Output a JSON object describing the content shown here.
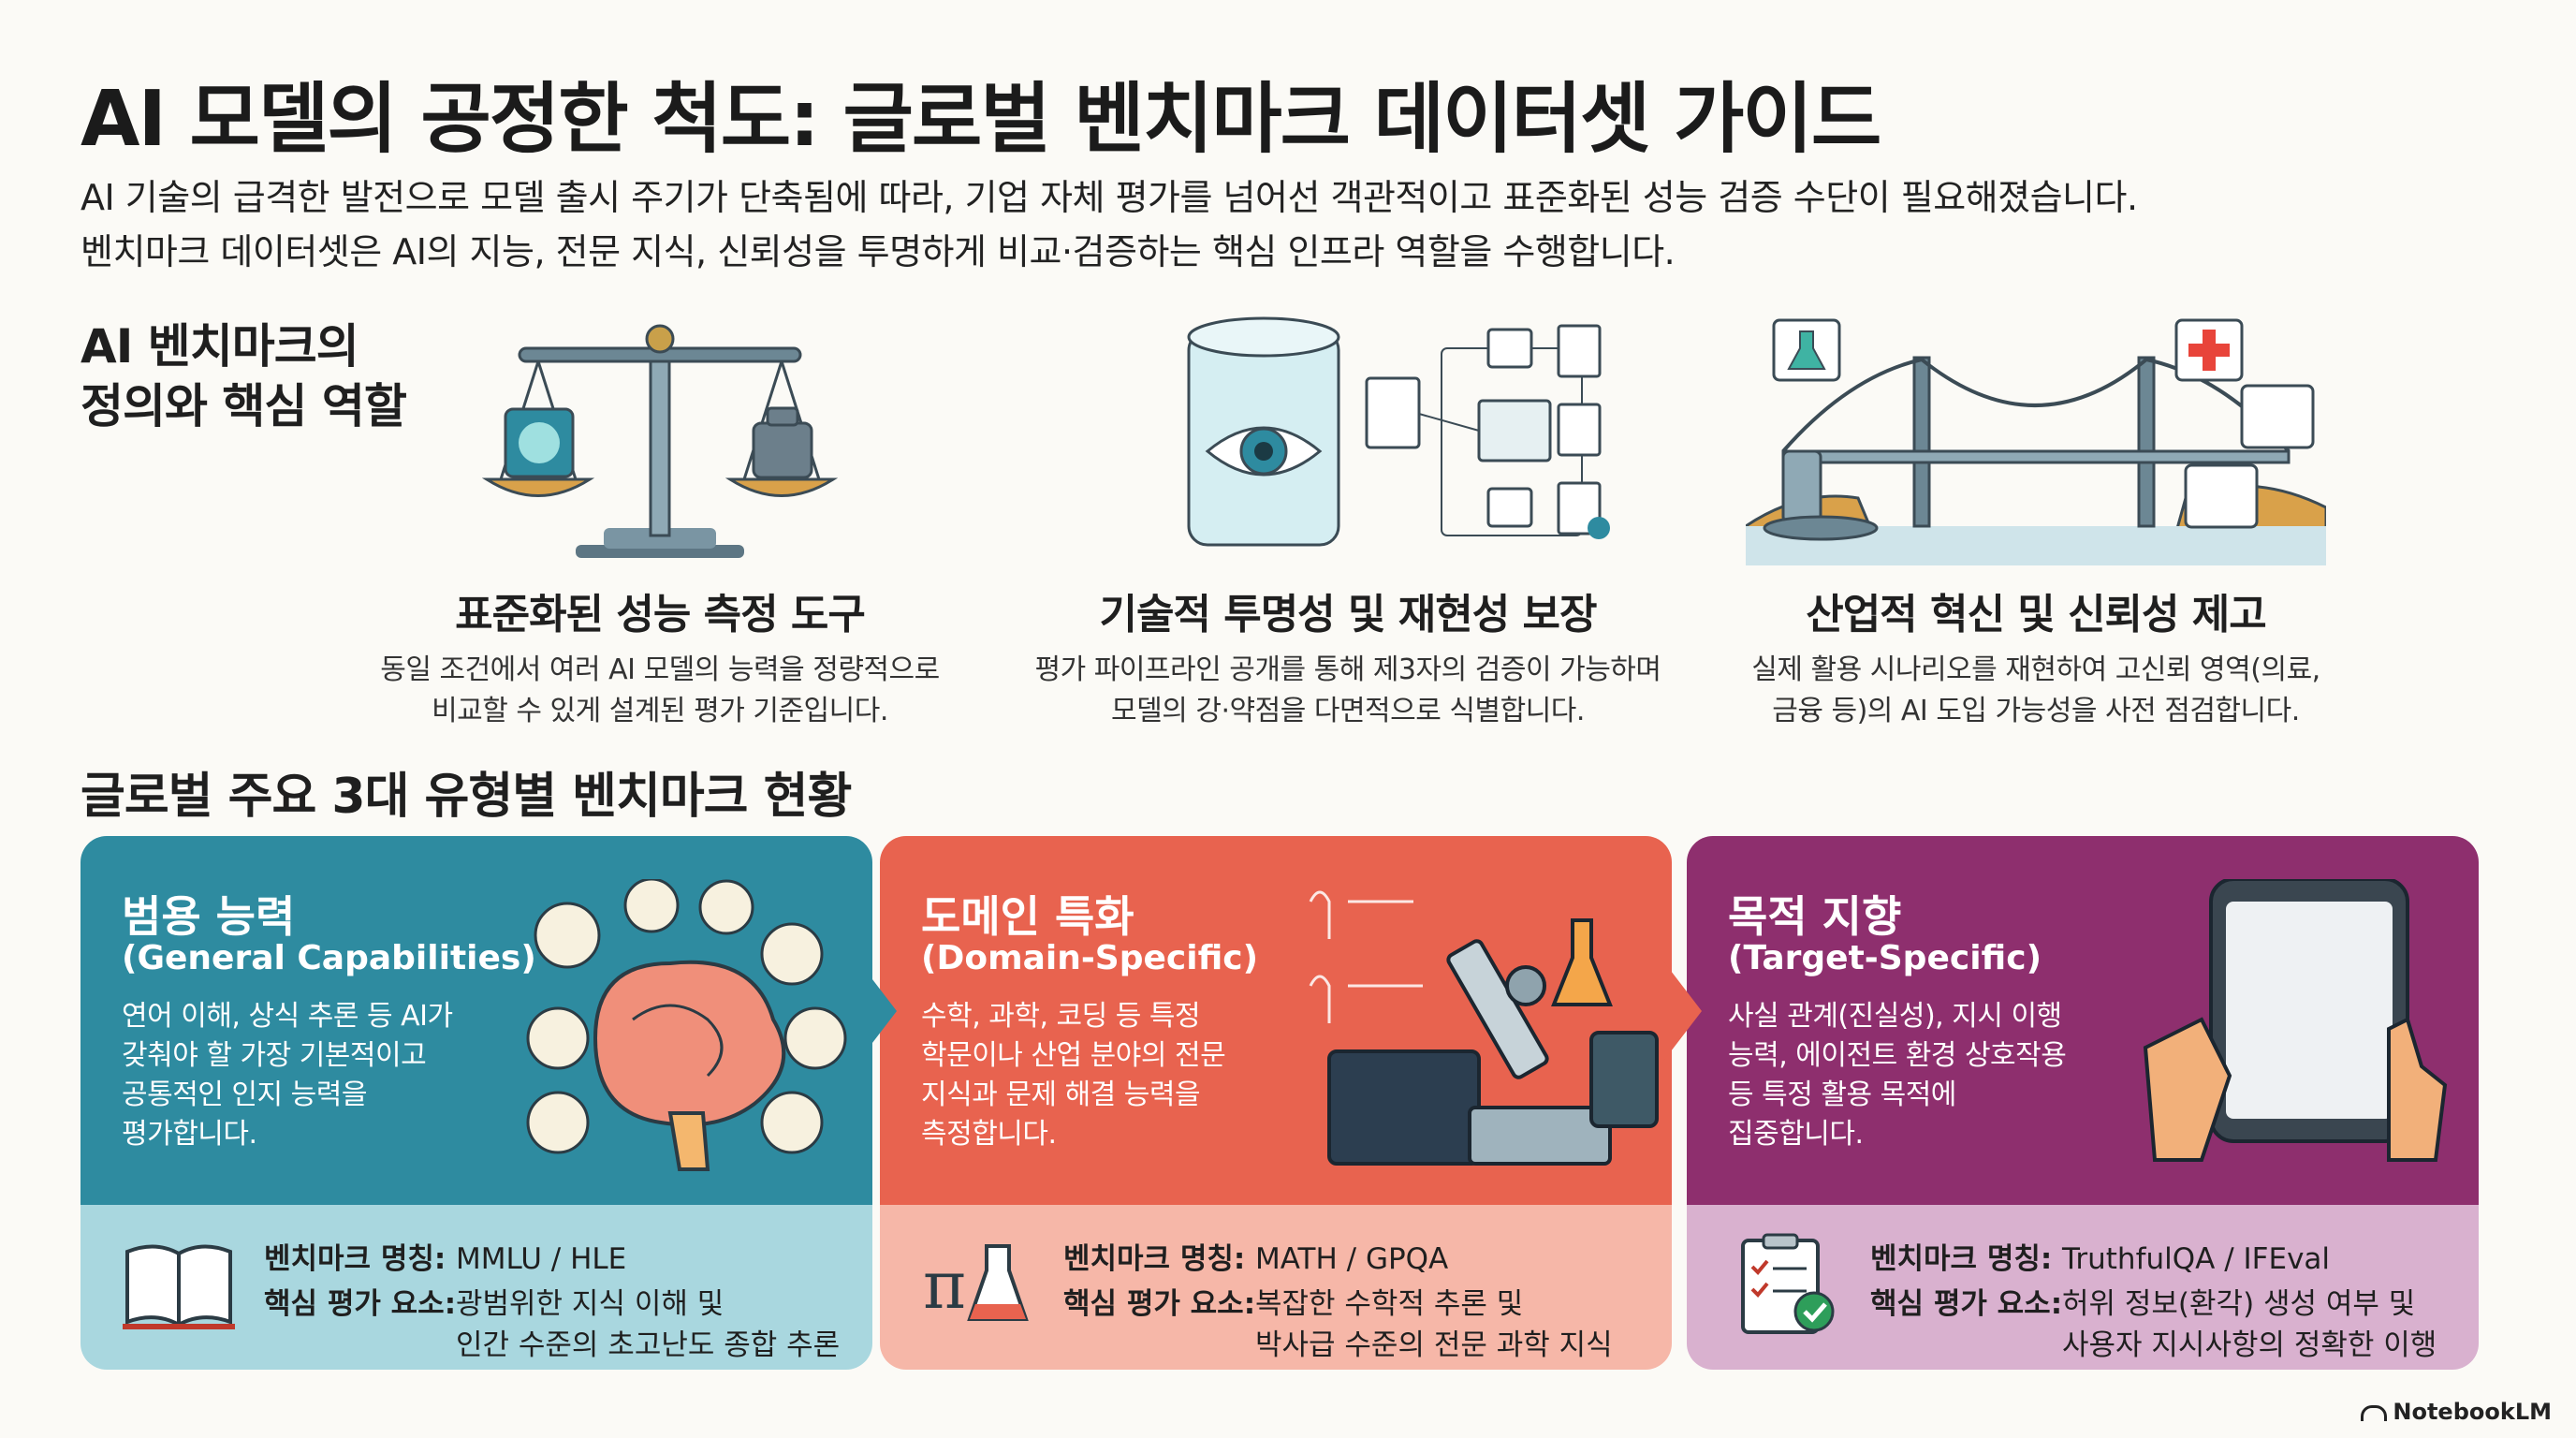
{
  "header": {
    "title": "AI 모델의 공정한 척도: 글로벌 벤치마크 데이터셋 가이드",
    "intro_line1": "AI 기술의 급격한 발전으로 모델 출시 주기가 단축됨에 따라, 기업 자체 평가를 넘어선 객관적이고 표준화된 성능 검증 수단이 필요해졌습니다.",
    "intro_line2": "벤치마크 데이터셋은 AI의 지능, 전문 지식, 신뢰성을 투명하게 비교·검증하는 핵심 인프라 역할을 수행합니다."
  },
  "section1": {
    "heading_line1": "AI 벤치마크의",
    "heading_line2": "정의와 핵심 역할",
    "columns": [
      {
        "title": "표준화된 성능 측정 도구",
        "desc1": "동일 조건에서 여러 AI 모델의 능력을 정량적으로",
        "desc2": "비교할 수 있게 설계된 평가 기준입니다.",
        "icon": "scale-icon"
      },
      {
        "title": "기술적 투명성 및 재현성 보장",
        "desc1": "평가 파이프라인 공개를 통해 제3자의 검증이 가능하며",
        "desc2": "모델의 강·약점을 다면적으로 식별합니다.",
        "icon": "transparency-pipeline-icon"
      },
      {
        "title": "산업적 혁신 및 신뢰성 제고",
        "desc1": "실제 활용 시나리오를 재현하여 고신뢰 영역(의료,",
        "desc2": "금융 등)의 AI 도입 가능성을 사전 점검합니다.",
        "icon": "bridge-icon"
      }
    ]
  },
  "section2": {
    "heading": "글로벌 주요 3대 유형별 벤치마크 현황",
    "cards": [
      {
        "title": "범용 능력",
        "subtitle": "(General Capabilities)",
        "desc": [
          "연어 이해, 상식 추론 등 AI가",
          "갖춰야 할 가장 기본적이고",
          "공통적인 인지 능력을",
          "평가합니다."
        ],
        "name_label": "벤치마크 명칭:",
        "name_value": "MMLU / HLE",
        "eval_label": "핵심 평가 요소:",
        "eval_value1": "광범위한 지식 이해 및",
        "eval_value2": "인간 수준의 초고난도 종합 추론",
        "color": "#2e8ba0",
        "light": "#a9d7df"
      },
      {
        "title": "도메인 특화",
        "subtitle": "(Domain-Specific)",
        "desc": [
          "수학, 과학, 코딩 등 특정",
          "학문이나 산업 분야의 전문",
          "지식과 문제 해결 능력을",
          "측정합니다."
        ],
        "name_label": "벤치마크 명칭:",
        "name_value": "MATH / GPQA",
        "eval_label": "핵심 평가 요소:",
        "eval_value1": "복잡한 수학적 추론 및",
        "eval_value2": "박사급 수준의 전문 과학 지식",
        "color": "#e8634f",
        "light": "#f6b7a8"
      },
      {
        "title": "목적 지향",
        "subtitle": "(Target-Specific)",
        "desc": [
          "사실 관계(진실성), 지시 이행",
          "능력, 에이전트 환경 상호작용",
          "등 특정 활용 목적에",
          "집중합니다."
        ],
        "name_label": "벤치마크 명칭:",
        "name_value": "TruthfulQA / IFEval",
        "eval_label": "핵심 평가 요소:",
        "eval_value1": "허위 정보(환각) 생성 여부 및",
        "eval_value2": "사용자 지시사항의 정확한 이행",
        "color": "#8e2f6e",
        "light": "#d9b1cf"
      }
    ]
  },
  "footer": {
    "brand": "NotebookLM"
  },
  "colors": {
    "teal": "#2e8ba0",
    "coral": "#e8634f",
    "purple": "#8e2f6e"
  }
}
